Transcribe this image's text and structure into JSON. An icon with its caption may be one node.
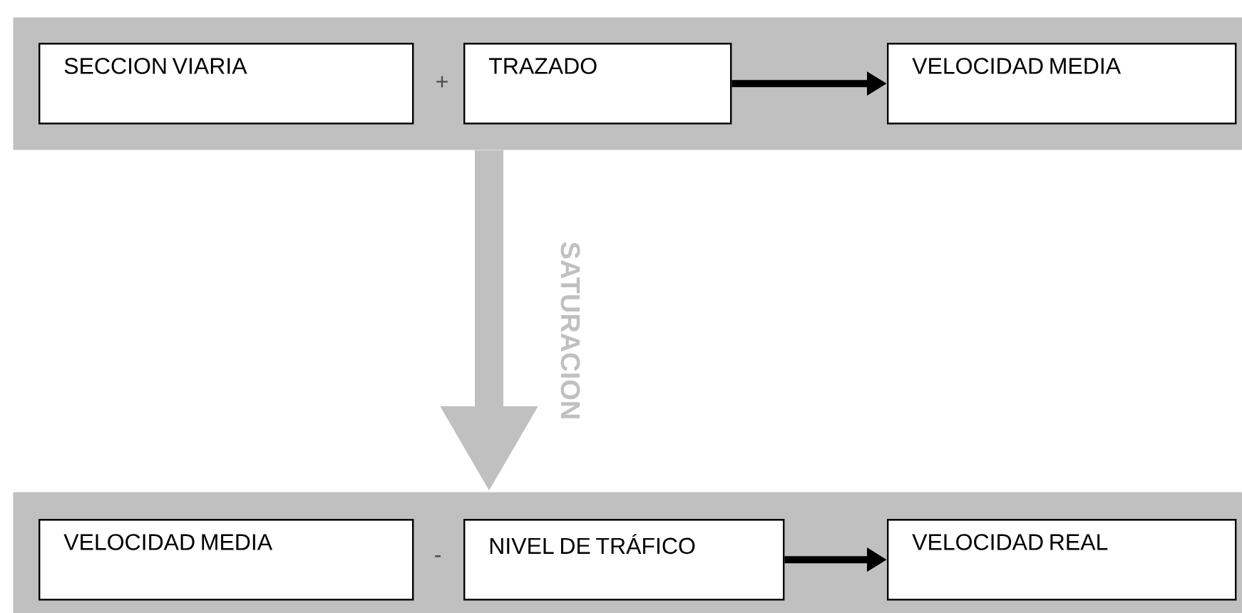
{
  "diagram": {
    "nodes": [
      {
        "text": [],
        "shape": "box"
      },
      {
        "text": [
          "SECCION VIARIA"
        ],
        "in": 0
      },
      {
        "text": [
          "TRAZADO"
        ],
        "in": 0
      },
      {
        "text": [
          "VELOCIDAD MEDIA"
        ],
        "in": 0
      },
      {
        "text": [],
        "shape": "box"
      },
      {
        "text": [
          "VELOCIDAD MEDIA"
        ],
        "in": 4
      },
      {
        "text": [
          "NIVEL DE TRÁFICO"
        ],
        "in": 4
      },
      {
        "text": [
          "VELOCIDAD REAL"
        ],
        "in": 4
      }
    ],
    "edges": [
      {
        "from": 2,
        "to": 3,
        "arrow": "to"
      },
      {
        "from": 0,
        "to": 4,
        "arrow": "to",
        "label": "SATURACION",
        "style": "thick",
        "color": "#c0c0c0"
      },
      {
        "from": 6,
        "to": 7,
        "arrow": "to"
      }
    ],
    "labels": [
      "+",
      "-"
    ]
  }
}
